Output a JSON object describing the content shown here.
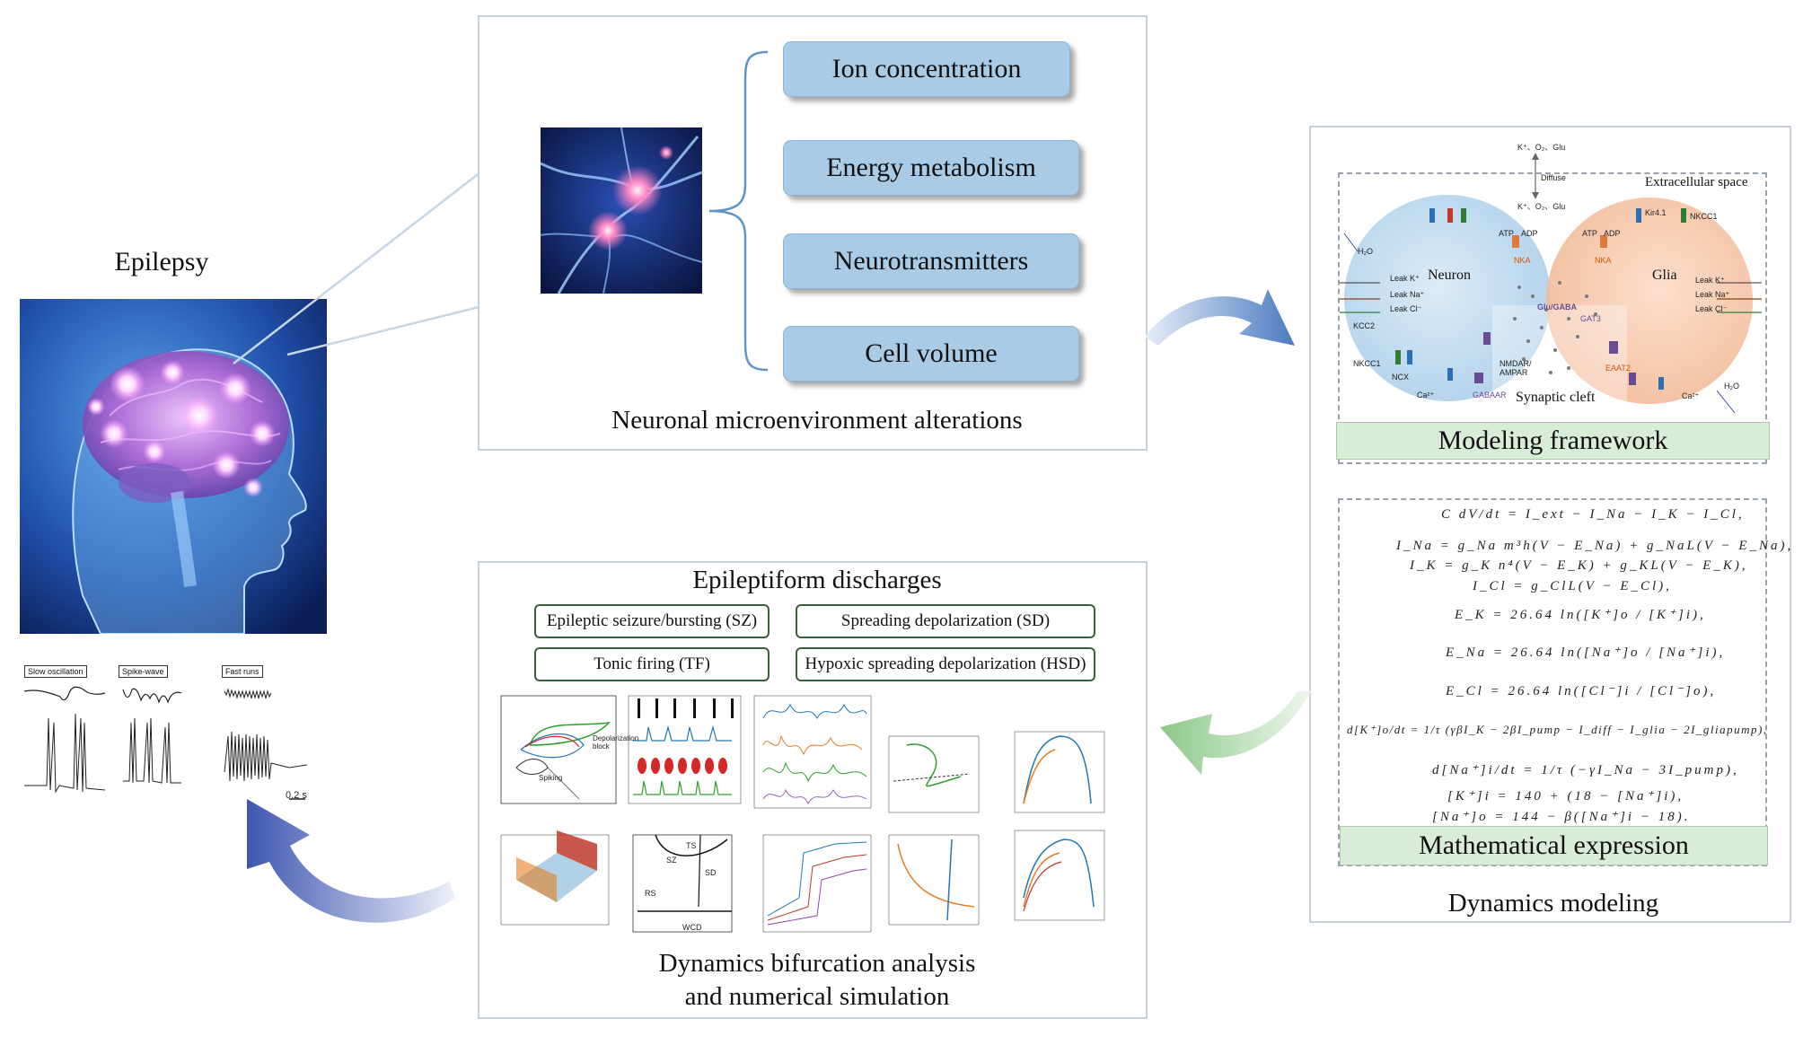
{
  "left": {
    "title": "Epilepsy",
    "signals": [
      "Slow oscillation",
      "Spike-wave",
      "Fast runs"
    ],
    "scale": "0.2 s"
  },
  "micro": {
    "title": "Neuronal microenvironment alterations",
    "items": [
      "Ion concentration",
      "Energy metabolism",
      "Neurotransmitters",
      "Cell volume"
    ]
  },
  "model": {
    "title": "Dynamics modeling",
    "framework_label": "Modeling framework",
    "math_label": "Mathematical expression",
    "diagram": {
      "top_flux": "K⁺、O₂、Glu",
      "top_flux2": "K⁺、O₂、Glu",
      "diffuse": "Diffuse",
      "extracellular": "Extracellular space",
      "neuron": "Neuron",
      "glia": "Glia",
      "cleft": "Synaptic cleft",
      "neuron_leaks": [
        "Leak K⁺",
        "Leak Na⁺",
        "Leak Cl⁻"
      ],
      "glia_leaks": [
        "Leak K⁺",
        "Leak Na⁺",
        "Leak Cl⁻"
      ],
      "atp": "ATP",
      "adp": "ADP",
      "h2o": "H₂O",
      "nka": "NKA",
      "glu_gaba": "Glu/GABA",
      "kcc": "KCC2",
      "nkcc": "NKCC1",
      "ncx": "NCX",
      "ca": "Ca²⁺",
      "nmdar": "NMDAR/ AMPAR",
      "gabaar": "GABAAR",
      "gat": "GAT3",
      "eaat": "EAAT2",
      "kir": "Kir4.1"
    },
    "equations": [
      "C dV/dt = I_ext − I_Na − I_K − I_Cl,",
      "I_Na = g_Na m³h(V − E_Na) + g_NaL(V − E_Na),",
      "I_K = g_K n⁴(V − E_K) + g_KL(V − E_K),",
      "I_Cl = g_ClL(V − E_Cl),",
      "E_K = 26.64 ln([K⁺]o / [K⁺]i),",
      "E_Na = 26.64 ln([Na⁺]o / [Na⁺]i),",
      "E_Cl = 26.64 ln([Cl⁻]i / [Cl⁻]o),",
      "d[K⁺]o/dt = 1/τ (γβI_K − 2βI_pump − I_diff − I_glia − 2I_gliapump),",
      "d[Na⁺]i/dt = 1/τ (−γI_Na − 3I_pump),",
      "[K⁺]i = 140 + (18 − [Na⁺]i),",
      "[Na⁺]o = 144 − β([Na⁺]i − 18)."
    ]
  },
  "discharges": {
    "title": "Epileptiform discharges",
    "tags": [
      "Epileptic seizure/bursting (SZ)",
      "Spreading depolarization (SD)",
      "Tonic firing (TF)",
      "Hypoxic spreading depolarization (HSD)"
    ],
    "bottom_title_1": "Dynamics bifurcation analysis",
    "bottom_title_2": "and numerical simulation",
    "plot_labels": {
      "depol": "Depolarization block",
      "spiking": "Spiking",
      "sz": "SZ",
      "sd": "SD",
      "ts": "TS",
      "rs": "RS",
      "wcd": "WCD"
    }
  },
  "colors": {
    "panel_border": "#c9d2dc",
    "pill_fill": "#a9cbe6",
    "green_bar": "#d9ecd7",
    "arrow_blue": "#5b7fc4",
    "arrow_green": "#8cc88a",
    "neuron_fill": "#c3dcf0",
    "glia_fill": "#f6cdb3"
  }
}
